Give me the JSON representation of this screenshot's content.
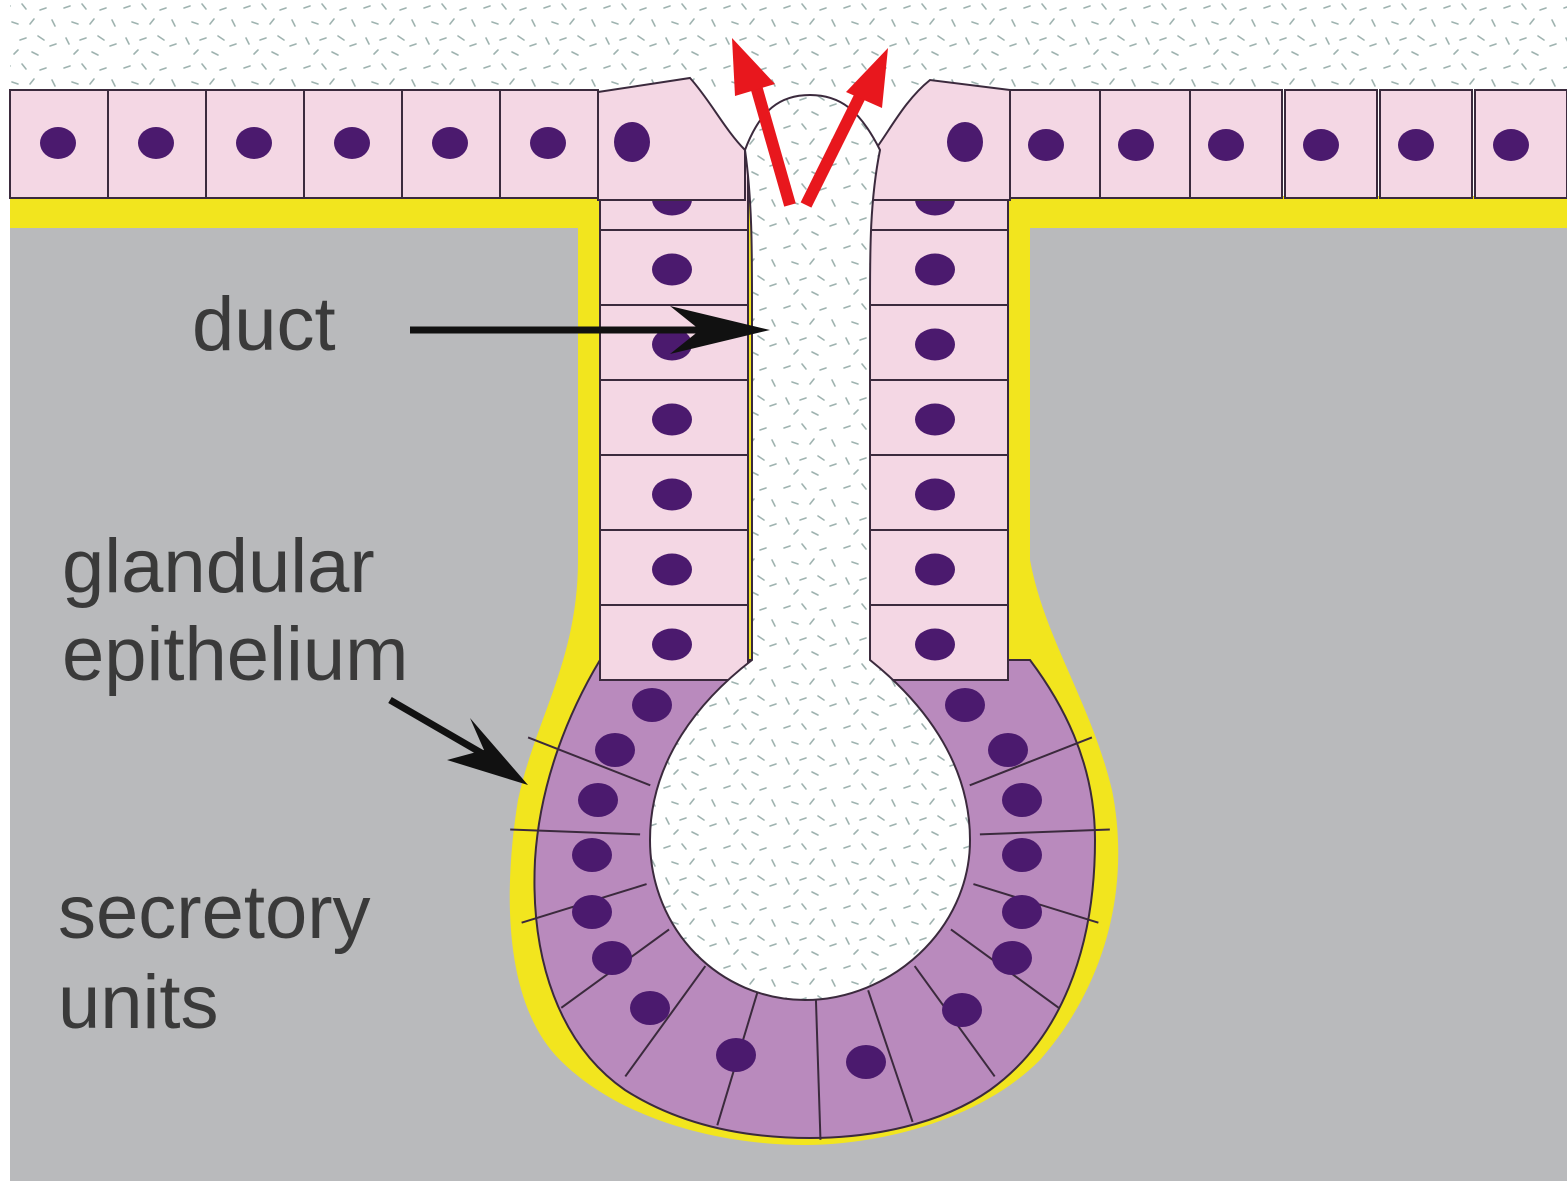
{
  "diagram": {
    "labels": {
      "duct": "duct",
      "glandular_line1": "glandular",
      "glandular_line2": "epithelium",
      "secretory_line1": "secretory",
      "secretory_line2": "units"
    },
    "colors": {
      "background_gray": "#b9babc",
      "basement_membrane": "#f2e51e",
      "surface_cell": "#f4d7e4",
      "secretory_cell": "#b98abd",
      "nucleus": "#4b1a6e",
      "secretion_arrow": "#e8171d",
      "label_arrow": "#111111",
      "label_text": "#3a3a3a"
    }
  }
}
